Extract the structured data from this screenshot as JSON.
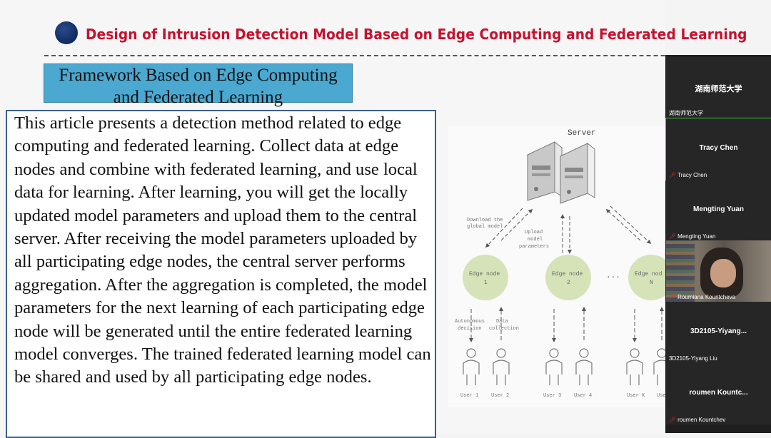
{
  "slide": {
    "title": "Design of Intrusion Detection Model Based on Edge Computing and Federated Learning",
    "section_heading": "Framework Based on Edge Computing and Federated Learning",
    "body": "This article presents a detection method related to edge computing and federated learning. Collect data at edge nodes and combine with federated learning, and use local data for learning. After learning, you will get the locally updated model parameters and upload them to the central server. After receiving the model parameters uploaded by all participating edge nodes, the central server performs aggregation. After the aggregation is completed, the model parameters for the next learning of each participating edge node will be generated until the entire federated learning model converges. The trained federated learning model can be shared and used by all participating edge nodes."
  },
  "diagram": {
    "server_label": "Server",
    "download_label_1": "Download the",
    "download_label_2": "global model",
    "upload_label_1": "Upload",
    "upload_label_2": "model",
    "upload_label_3": "parameters",
    "ellipsis": "...",
    "nodes": [
      {
        "line1": "Edge node",
        "line2": "1"
      },
      {
        "line1": "Edge node",
        "line2": "2"
      },
      {
        "line1": "Edge nod",
        "line2": "N"
      }
    ],
    "autonomous_1": "Autonomous",
    "autonomous_2": "decision",
    "data_1": "Data",
    "data_2": "collection",
    "users": [
      "User 1",
      "User 2",
      "User 3",
      "User 4",
      "User K",
      "Use"
    ]
  },
  "participants": [
    {
      "display": "湖南师范大学",
      "label": "湖南师范大学",
      "muted": false
    },
    {
      "display": "Tracy Chen",
      "label": "Tracy Chen",
      "muted": true
    },
    {
      "display": "Mengting Yuan",
      "label": "Mengting Yuan",
      "muted": true
    },
    {
      "display": "",
      "label": "Roumiana Kountcheva",
      "muted": true,
      "video": true
    },
    {
      "display": "3D2105-Yiyang...",
      "label": "3D2105-Yiyang Liu",
      "muted": false
    },
    {
      "display": "roumen  Kountc...",
      "label": "roumen Kountchev",
      "muted": true
    }
  ],
  "colors": {
    "title": "#c8102e",
    "section_box": "#4aa8d1",
    "edge_node": "#d6e3b8",
    "mic_off": "#e0343c"
  }
}
